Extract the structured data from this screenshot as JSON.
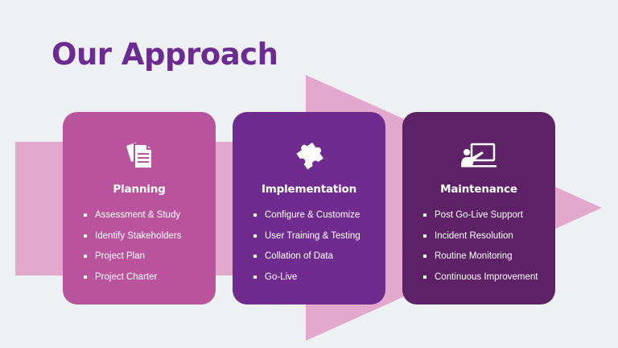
{
  "slide": {
    "title": "Our Approach",
    "colors": {
      "title": "#6a2c91",
      "background": "#eef1f3",
      "arrow": "#e2a9cd",
      "card_planning": "#b9549c",
      "card_implementation": "#6f2c8e",
      "card_maintenance": "#5d2266"
    },
    "cards": [
      {
        "icon": "documents-icon",
        "heading": "Planning",
        "items": [
          "Assessment & Study",
          "Identify Stakeholders",
          "Project Plan",
          "Project Charter"
        ]
      },
      {
        "icon": "puzzle-piece-icon",
        "heading": "Implementation",
        "items": [
          "Configure & Customize",
          "User Training & Testing",
          "Collation of Data",
          "Go-Live"
        ]
      },
      {
        "icon": "presentation-board-icon",
        "heading": "Maintenance",
        "items": [
          "Post Go-Live Support",
          "Incident Resolution",
          "Routine Monitoring",
          "Continuous Improvement"
        ]
      }
    ]
  }
}
